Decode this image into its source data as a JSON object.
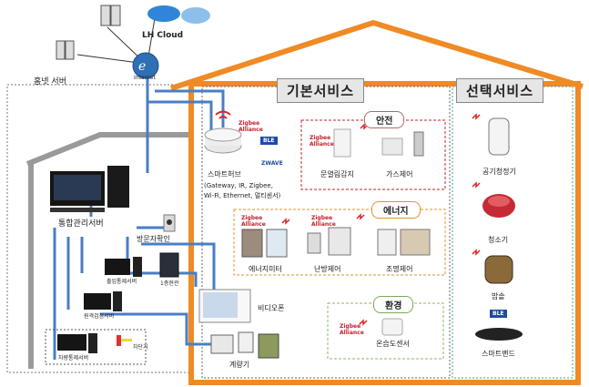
{
  "cloud": {
    "label": "LH Cloud",
    "internet_label": "Internet"
  },
  "servers": {
    "home_net": "홈넷 서버",
    "integrated": "통합관리서버",
    "access": "출입통제서버",
    "remote_meter": "원격검침서버",
    "parking": "차량통제서버",
    "entrance_box": "1층현관",
    "breaker": "차단기"
  },
  "sections": {
    "basic": "기본서비스",
    "optional": "선택서비스",
    "safety": "안전",
    "energy": "에너지",
    "environment": "환경"
  },
  "devices": {
    "smart_hub": "스마트허브",
    "smart_hub_desc_1": "(Gateway, IR, Zigbee,",
    "smart_hub_desc_2": "Wi-Fi, Ethernet, 멀티센서)",
    "door_sensor": "문열림감지",
    "gas_control": "가스제어",
    "energy_meter": "에너지미터",
    "heating_control": "난방제어",
    "lighting_control": "조명제어",
    "temp_humidity_sensor": "온습도센서",
    "visitor_check": "방문자확인",
    "video_phone": "비디오폰",
    "meter": "계량기",
    "air_purifier": "공기청정기",
    "vacuum": "청소기",
    "rice_cooker": "밥솥",
    "smart_band": "스마트밴드"
  },
  "badges": {
    "zigbee": "Zigbee",
    "alliance": "Alliance",
    "ble": "BLE",
    "zwave": "ZWAVE"
  },
  "colors": {
    "house_outline": "#f08a24",
    "basic_border": "#555555",
    "optional_border": "#3aa6a6",
    "safety_border": "#c0242e",
    "energy_border": "#e0922f",
    "env_border": "#8ab85e",
    "link": "#4a7ec4"
  }
}
